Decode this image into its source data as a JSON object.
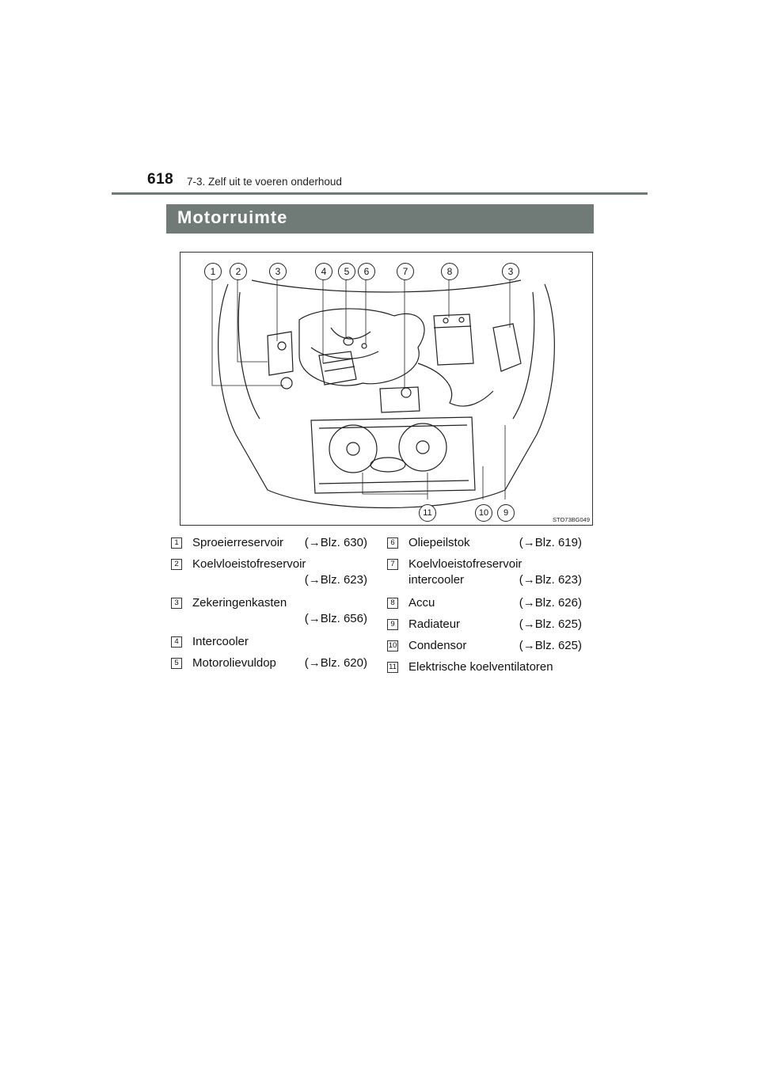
{
  "header": {
    "page_number": "618",
    "section": "7-3. Zelf uit te voeren onderhoud"
  },
  "title": "Motorruimte",
  "figure": {
    "code": "STO73BG049",
    "callouts_top": [
      "1",
      "2",
      "3",
      "4",
      "5",
      "6",
      "7",
      "8",
      "3"
    ],
    "callouts_bottom": [
      "11",
      "10",
      "9"
    ]
  },
  "legend": {
    "left": [
      {
        "num": "1",
        "label": "Sproeierreservoir",
        "ref": "(→Blz. 630)"
      },
      {
        "num": "2",
        "label": "Koelvloeistofreservoir",
        "ref": "(→Blz. 623)"
      },
      {
        "num": "3",
        "label": "Zekeringenkasten",
        "ref": "(→Blz. 656)"
      },
      {
        "num": "4",
        "label": "Intercooler"
      },
      {
        "num": "5",
        "label": "Motorolievuldop",
        "ref": "(→Blz. 620)"
      }
    ],
    "right": [
      {
        "num": "6",
        "label": "Oliepeilstok",
        "ref": "(→Blz. 619)"
      },
      {
        "num": "7",
        "label": "Koelvloeistofreservoir",
        "label2": "intercooler",
        "ref": "(→Blz. 623)"
      },
      {
        "num": "8",
        "label": "Accu",
        "ref": "(→Blz. 626)"
      },
      {
        "num": "9",
        "label": "Radiateur",
        "ref": "(→Blz. 625)"
      },
      {
        "num": "10",
        "label": "Condensor",
        "ref": "(→Blz. 625)"
      },
      {
        "num": "11",
        "label": "Elektrische koelventilatoren"
      }
    ]
  }
}
